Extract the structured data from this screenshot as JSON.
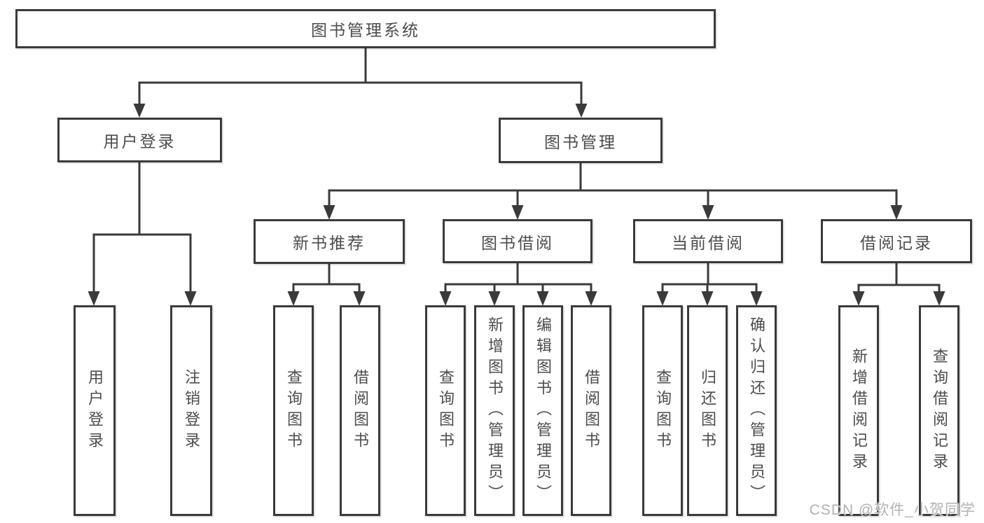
{
  "diagram_type": "hierarchy-tree",
  "tree": {
    "label": "图书管理系统",
    "children": [
      {
        "label": "用户登录",
        "children": [
          {
            "label": "用户登录"
          },
          {
            "label": "注销登录"
          }
        ]
      },
      {
        "label": "图书管理",
        "children": [
          {
            "label": "新书推荐",
            "children": [
              {
                "label": "查询图书"
              },
              {
                "label": "借阅图书"
              }
            ]
          },
          {
            "label": "图书借阅",
            "children": [
              {
                "label": "查询图书"
              },
              {
                "label": "新增图书（管理员）"
              },
              {
                "label": "编辑图书（管理员）"
              },
              {
                "label": "借阅图书"
              }
            ]
          },
          {
            "label": "当前借阅",
            "children": [
              {
                "label": "查询图书"
              },
              {
                "label": "归还图书"
              },
              {
                "label": "确认归还（管理员）"
              }
            ]
          },
          {
            "label": "借阅记录",
            "children": [
              {
                "label": "新增借阅记录"
              },
              {
                "label": "查询借阅记录"
              }
            ]
          }
        ]
      }
    ]
  },
  "watermark": {
    "text": "CSDN @软件_小贺同学"
  },
  "colors": {
    "line": "#3a3a3a",
    "box_border": "#3a3a3a",
    "text": "#4c4c4c",
    "box_background": "#ffffff",
    "page_background": "#ffffff",
    "watermark": "#b2b2b2"
  }
}
